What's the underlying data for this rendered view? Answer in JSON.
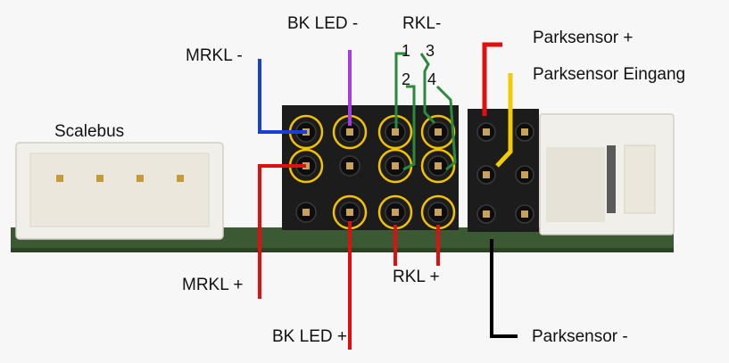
{
  "labels": {
    "scalebus": "Scalebus",
    "mrkl_minus": "MRKL -",
    "mrkl_plus": "MRKL +",
    "bk_led_minus": "BK LED -",
    "bk_led_plus": "BK LED +",
    "rkl_minus": "RKL-",
    "rkl_plus": "RKL +",
    "pin_1": "1",
    "pin_2": "2",
    "pin_3": "3",
    "pin_4": "4",
    "parksensor_plus": "Parksensor +",
    "parksensor_eingang": "Parksensor Eingang",
    "parksensor_minus": "Parksensor -"
  },
  "colors": {
    "mrkl_minus_wire": "#1a3fd6",
    "bk_led_minus_wire": "#a43de0",
    "rkl_minus_wire": "#2a8a3a",
    "positive_wire": "#e01010",
    "parksensor_eingang_wire": "#f2cc00",
    "parksensor_minus_wire": "#000000",
    "pin_highlight": "#f2c200",
    "pcb": "#3b5a34",
    "header_body": "#1c1c1c",
    "connector_white": "#f1efe9"
  }
}
